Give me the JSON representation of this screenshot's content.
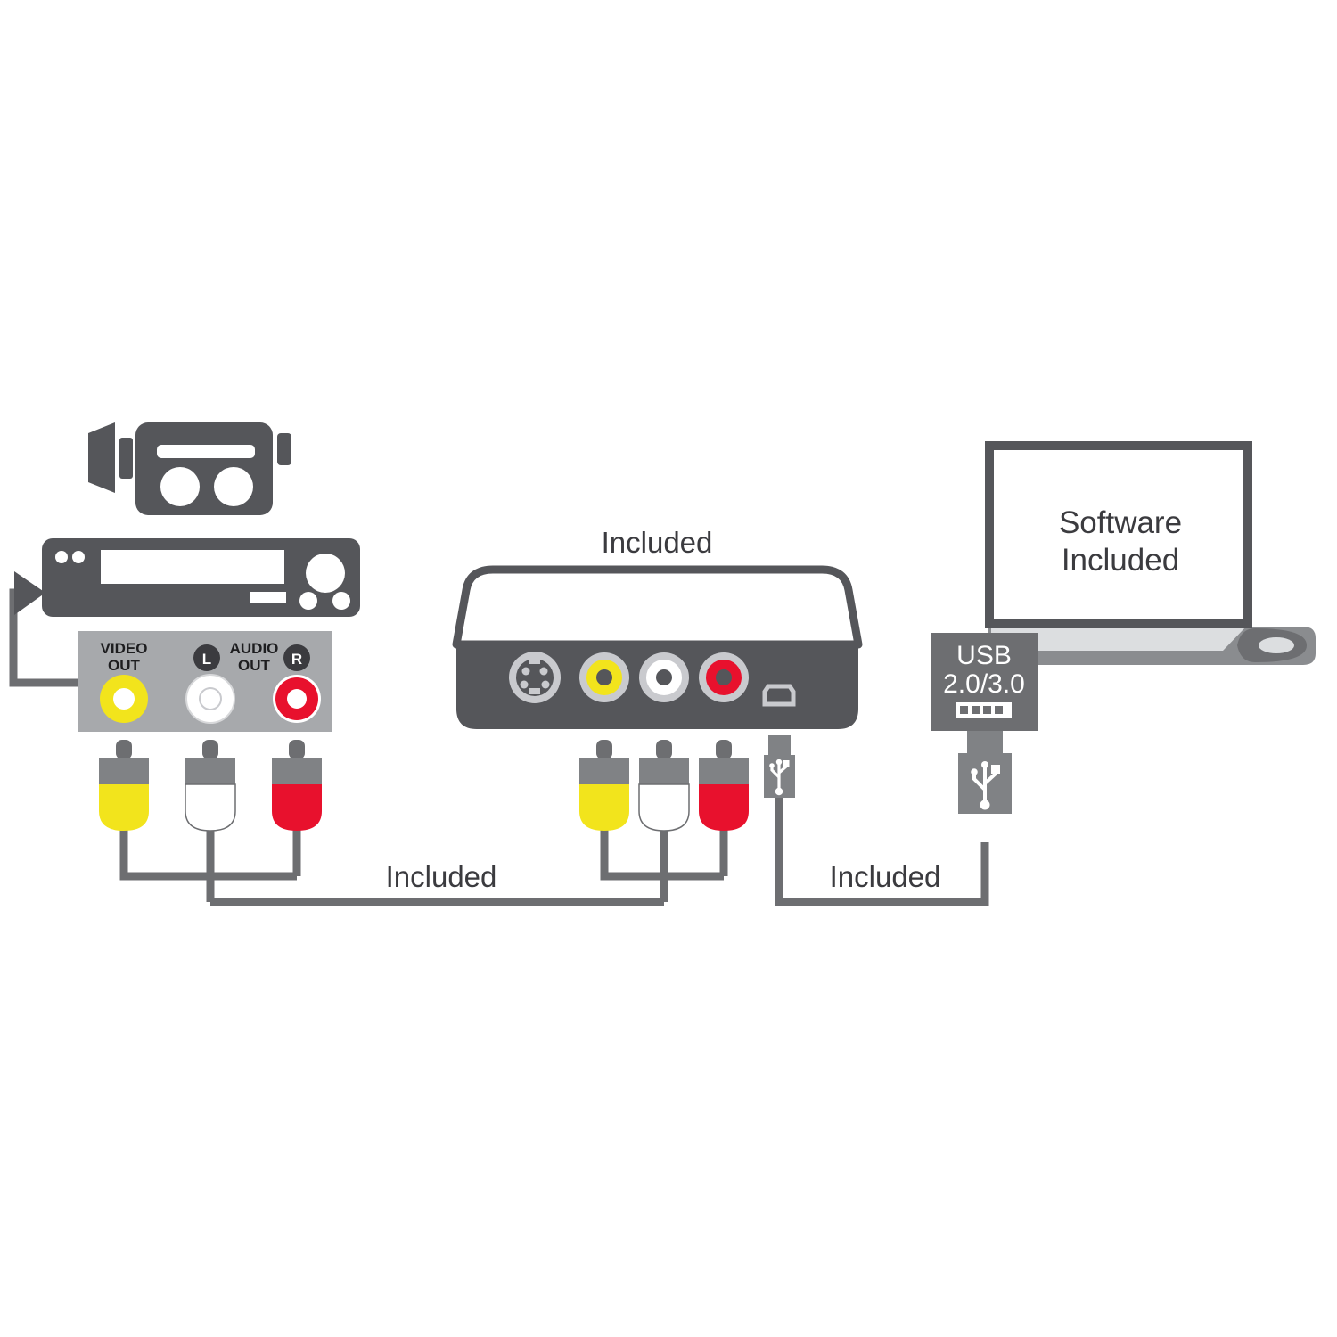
{
  "diagram": {
    "title": "Video capture device connection diagram",
    "background": "#ffffff"
  },
  "colors": {
    "dark_gray": "#55565a",
    "mid_gray": "#6d6e71",
    "light_gray": "#c9cace",
    "panel_gray": "#a7a9ac",
    "cable_gray": "#6d6e71",
    "yellow": "#f2e41c",
    "white": "#ffffff",
    "red": "#e8112d",
    "laptop_screen": "#ffffff",
    "text_dark": "#3b3b3f"
  },
  "source_device": {
    "name": "vcr-camcorder",
    "cassette_icon": "vhs-cassette-icon",
    "vcr_icon": "vcr-deck-icon",
    "arrow_icon": "play-arrow-icon",
    "av_panel": {
      "name": "av-output-panel",
      "labels": {
        "video": "VIDEO\nOUT",
        "video_line1": "VIDEO",
        "video_line2": "OUT",
        "audio_line1": "AUDIO",
        "audio_line2": "OUT",
        "left_badge": "L",
        "right_badge": "R"
      },
      "jacks": [
        {
          "name": "video-out-jack",
          "color": "#f2e41c",
          "label": "VIDEO OUT"
        },
        {
          "name": "audio-left-jack",
          "color": "#ffffff",
          "label": "L"
        },
        {
          "name": "audio-right-jack",
          "color": "#e8112d",
          "label": "R"
        }
      ]
    }
  },
  "capture_device": {
    "name": "usb-video-capture-box",
    "caption": "Included",
    "ports": [
      {
        "name": "s-video-port",
        "type": "s-video",
        "color": "#c9cace"
      },
      {
        "name": "composite-video-in-jack",
        "type": "rca",
        "color": "#f2e41c"
      },
      {
        "name": "audio-left-in-jack",
        "type": "rca",
        "color": "#ffffff"
      },
      {
        "name": "audio-right-in-jack",
        "type": "rca",
        "color": "#e8112d"
      },
      {
        "name": "usb-mini-port",
        "type": "usb-mini",
        "color": "#c9cace"
      }
    ]
  },
  "computer": {
    "name": "laptop",
    "screen_text_line1": "Software",
    "screen_text_line2": "Included",
    "usb_port": {
      "name": "usb-port-label",
      "line1": "USB",
      "line2": "2.0/3.0",
      "icon": "usb-port-icon"
    }
  },
  "cables": [
    {
      "name": "rca-cable",
      "caption": "Included",
      "plugs": [
        {
          "name": "rca-plug-yellow",
          "color": "#f2e41c"
        },
        {
          "name": "rca-plug-white",
          "color": "#ffffff"
        },
        {
          "name": "rca-plug-red",
          "color": "#e8112d"
        }
      ]
    },
    {
      "name": "usb-cable",
      "caption": "Included",
      "plugs": [
        {
          "name": "usb-mini-plug",
          "icon": "usb-trident-icon"
        },
        {
          "name": "usb-a-plug",
          "icon": "usb-trident-icon"
        }
      ]
    }
  ],
  "captions": {
    "capture_included": "Included",
    "rca_included": "Included",
    "usb_included": "Included"
  }
}
